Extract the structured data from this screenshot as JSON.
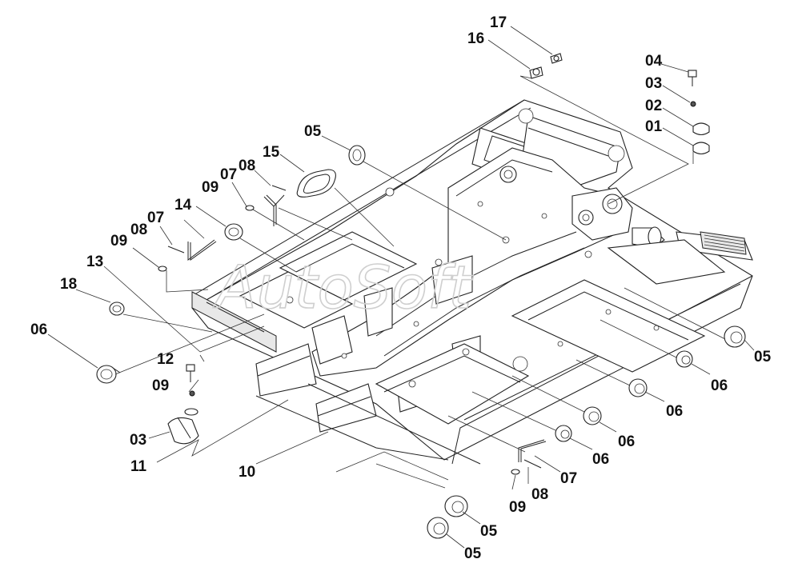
{
  "watermark": "AutoSoft",
  "callouts": [
    {
      "id": "c17",
      "label": "17"
    },
    {
      "id": "c16",
      "label": "16"
    },
    {
      "id": "c04",
      "label": "04"
    },
    {
      "id": "c03a",
      "label": "03"
    },
    {
      "id": "c02",
      "label": "02"
    },
    {
      "id": "c01",
      "label": "01"
    },
    {
      "id": "c05a",
      "label": "05"
    },
    {
      "id": "c15",
      "label": "15"
    },
    {
      "id": "c08a",
      "label": "08"
    },
    {
      "id": "c07a",
      "label": "07"
    },
    {
      "id": "c09a",
      "label": "09"
    },
    {
      "id": "c14",
      "label": "14"
    },
    {
      "id": "c08b",
      "label": "08"
    },
    {
      "id": "c07b",
      "label": "07"
    },
    {
      "id": "c09b",
      "label": "09"
    },
    {
      "id": "c13",
      "label": "13"
    },
    {
      "id": "c18",
      "label": "18"
    },
    {
      "id": "c06a",
      "label": "06"
    },
    {
      "id": "c12",
      "label": "12"
    },
    {
      "id": "c09c",
      "label": "09"
    },
    {
      "id": "c03b",
      "label": "03"
    },
    {
      "id": "c11",
      "label": "11"
    },
    {
      "id": "c10",
      "label": "10"
    },
    {
      "id": "c05b",
      "label": "05"
    },
    {
      "id": "c06b",
      "label": "06"
    },
    {
      "id": "c06c",
      "label": "06"
    },
    {
      "id": "c06d",
      "label": "06"
    },
    {
      "id": "c06e",
      "label": "06"
    },
    {
      "id": "c07c",
      "label": "07"
    },
    {
      "id": "c08c",
      "label": "08"
    },
    {
      "id": "c09d",
      "label": "09"
    },
    {
      "id": "c05c",
      "label": "05"
    },
    {
      "id": "c05d",
      "label": "05"
    }
  ]
}
